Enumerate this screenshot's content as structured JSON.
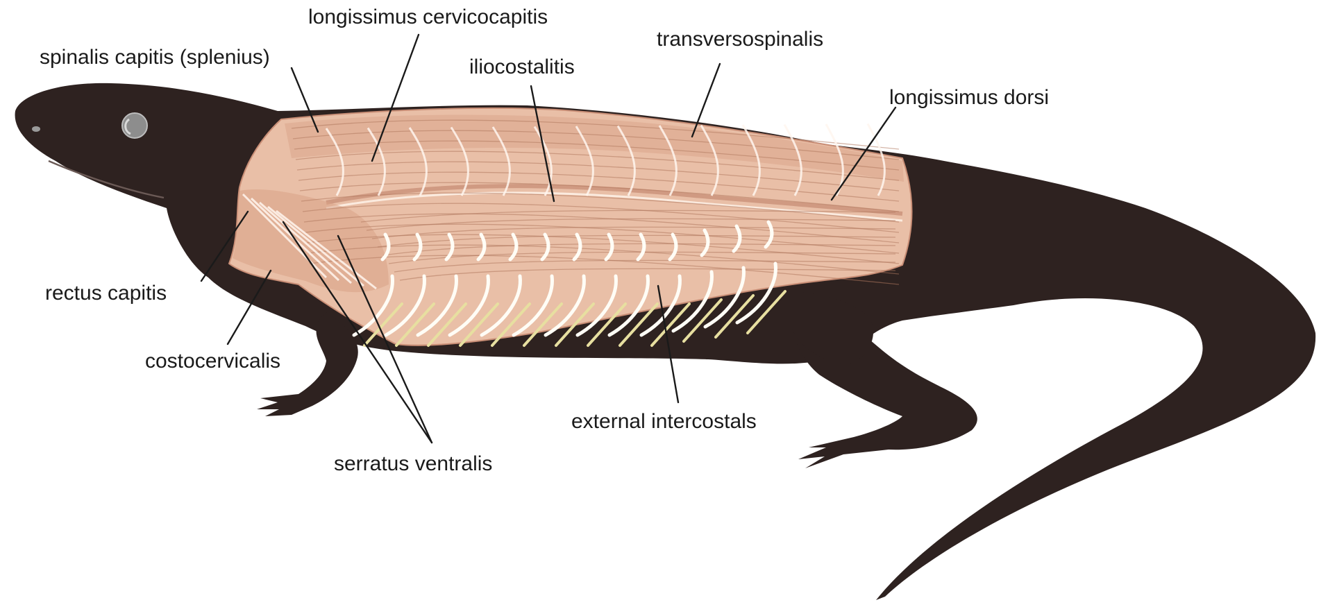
{
  "colors": {
    "body": "#2e2220",
    "muscle": "#e9bfa7",
    "muscle_shade": "#d79f86",
    "fiber": "#b0785f",
    "highlight": "#fff6ee",
    "rib": "#fffdf6",
    "intercostal": "#e7dfa0",
    "leader": "#1a1a1a"
  },
  "labels": {
    "spinalis_capitis": "spinalis capitis (splenius)",
    "longissimus_cervicocapitis": "longissimus cervicocapitis",
    "iliocostalitis": "iliocostalitis",
    "transversospinalis": "transversospinalis",
    "longissimus_dorsi": "longissimus dorsi",
    "rectus_capitis": "rectus capitis",
    "costocervicalis": "costocervicalis",
    "serratus_ventralis": "serratus ventralis",
    "external_intercostals": "external intercostals"
  }
}
